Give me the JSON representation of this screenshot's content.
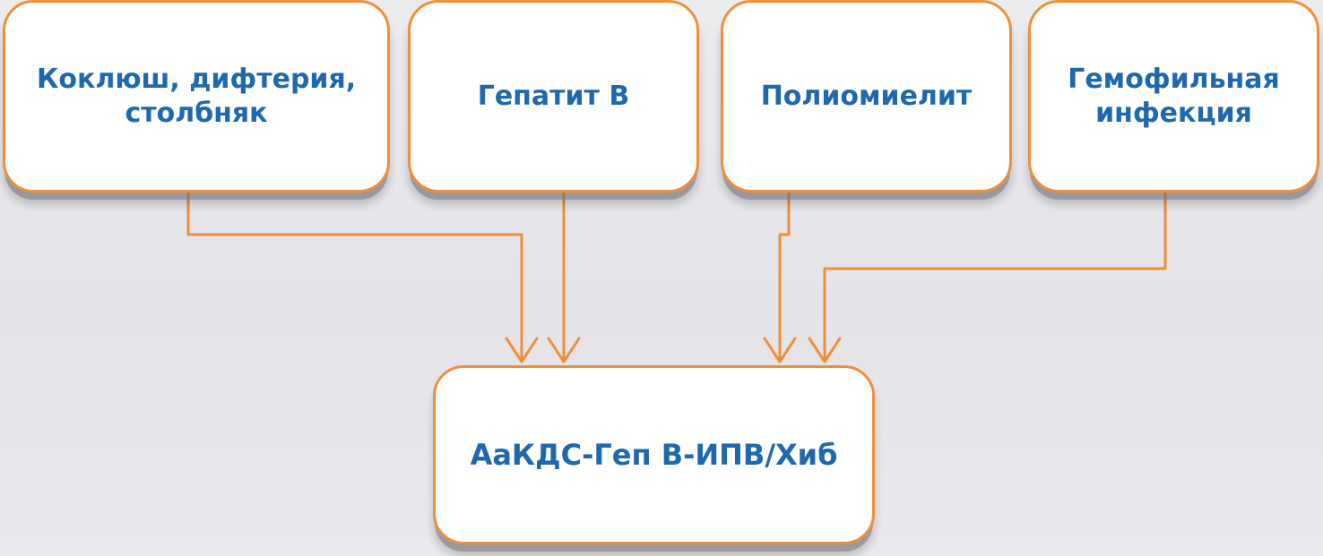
{
  "diagram": {
    "sources": [
      {
        "id": "box1",
        "label": "Коклюш, дифтерия,\nстолбняк"
      },
      {
        "id": "box2",
        "label": "Гепатит В"
      },
      {
        "id": "box3",
        "label": "Полиомиелит"
      },
      {
        "id": "box4",
        "label": "Гемофильная\nинфекция"
      }
    ],
    "target": {
      "id": "box5",
      "label": "АаКДС-Геп В-ИПВ/Хиб"
    },
    "colors": {
      "box_border": "#ef8f3a",
      "box_text": "#1f68ad",
      "arrow": "#ef8f3a",
      "box_fill": "#ffffff"
    }
  }
}
